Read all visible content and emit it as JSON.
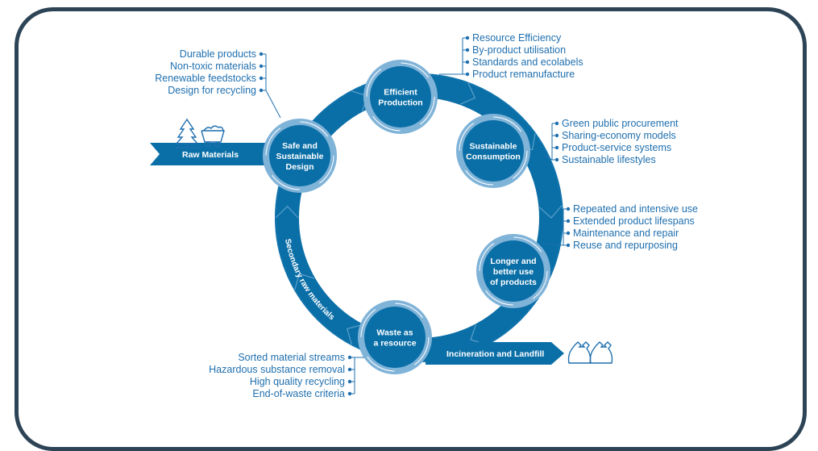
{
  "colors": {
    "ring": "#0b6fa7",
    "hub_outer": "#7fb3d8",
    "hub_inner": "#0b6fa7",
    "text": "#1f6fae",
    "frame": "#2d4456",
    "chevron": "#3b86b8"
  },
  "inputs": {
    "raw_materials": "Raw Materials",
    "incineration": "Incineration and Landfill"
  },
  "ring_label": "Secondary raw materials",
  "hubs": {
    "design": [
      "Safe and",
      "Sustainable",
      "Design"
    ],
    "production": [
      "Efficient",
      "Production"
    ],
    "consumption": [
      "Sustainable",
      "Consumption"
    ],
    "longer": [
      "Longer and",
      "better use",
      "of products"
    ],
    "waste": [
      "Waste as",
      "a resource"
    ]
  },
  "lists": {
    "design": [
      "Durable products",
      "Non-toxic materials",
      "Renewable feedstocks",
      "Design for recycling"
    ],
    "production": [
      "Resource Efficiency",
      "By-product utilisation",
      "Standards and ecolabels",
      "Product remanufacture"
    ],
    "consumption": [
      "Green public procurement",
      "Sharing-economy models",
      "Product-service systems",
      "Sustainable lifestyles"
    ],
    "longer": [
      "Repeated and intensive use",
      "Extended product lifespans",
      "Maintenance and repair",
      "Reuse and repurposing"
    ],
    "waste": [
      "Sorted material streams",
      "Hazardous substance removal",
      "High quality recycling",
      "End-of-waste criteria"
    ]
  },
  "icons": {
    "raw": [
      "tree-icon",
      "mine-cart-icon"
    ],
    "landfill": [
      "waste-bag-icon",
      "waste-bag-icon"
    ]
  }
}
